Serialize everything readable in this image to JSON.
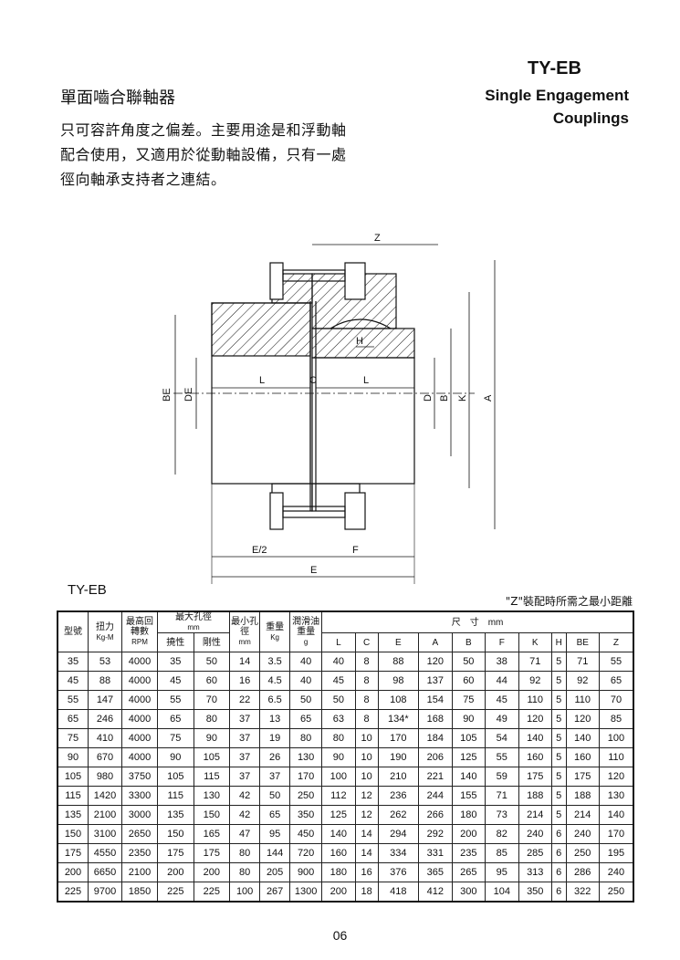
{
  "header": {
    "code": "TY-EB",
    "en_title_line1": "Single Engagement",
    "en_title_line2": "Couplings",
    "zh_title": "單面嚙合聯軸器",
    "desc_lines": [
      "只可容許角度之偏差。主要用途是和浮動軸",
      "配合使用，又適用於從動軸設備，只有一處",
      "徑向軸承支持者之連結。"
    ]
  },
  "drawing": {
    "labels": {
      "Z": "Z",
      "L1": "L",
      "C": "C",
      "L2": "L",
      "H": "H",
      "BE": "BE",
      "DE": "DE",
      "D": "D",
      "B": "B",
      "K": "K",
      "A": "A",
      "E2": "E/2",
      "F": "F",
      "E": "E"
    }
  },
  "table_label": "TY-EB",
  "note": "\"Z\"裝配時所需之最小距離",
  "table": {
    "headers": {
      "model": "型號",
      "torque": "扭力",
      "torque_unit": "Kg-M",
      "max_rpm": "最高回轉數",
      "rpm_unit": "RPM",
      "max_bore": "最大孔徑",
      "max_bore_unit": "mm",
      "flex": "撓性",
      "rigid": "剛性",
      "min_bore": "最小孔徑",
      "min_bore_unit": "mm",
      "weight": "重量",
      "weight_unit": "Kg",
      "grease": "潤滑油重量",
      "grease_unit": "g",
      "dims": "尺　寸",
      "dims_unit": "mm",
      "cols": [
        "L",
        "C",
        "E",
        "A",
        "B",
        "F",
        "K",
        "H",
        "BE",
        "Z"
      ]
    },
    "rows": [
      [
        "35",
        "53",
        "4000",
        "35",
        "50",
        "14",
        "3.5",
        "40",
        "40",
        "8",
        "88",
        "120",
        "50",
        "38",
        "71",
        "5",
        "71",
        "55"
      ],
      [
        "45",
        "88",
        "4000",
        "45",
        "60",
        "16",
        "4.5",
        "40",
        "45",
        "8",
        "98",
        "137",
        "60",
        "44",
        "92",
        "5",
        "92",
        "65"
      ],
      [
        "55",
        "147",
        "4000",
        "55",
        "70",
        "22",
        "6.5",
        "50",
        "50",
        "8",
        "108",
        "154",
        "75",
        "45",
        "110",
        "5",
        "110",
        "70"
      ],
      [
        "65",
        "246",
        "4000",
        "65",
        "80",
        "37",
        "13",
        "65",
        "63",
        "8",
        "134*",
        "168",
        "90",
        "49",
        "120",
        "5",
        "120",
        "85"
      ],
      [
        "75",
        "410",
        "4000",
        "75",
        "90",
        "37",
        "19",
        "80",
        "80",
        "10",
        "170",
        "184",
        "105",
        "54",
        "140",
        "5",
        "140",
        "100"
      ],
      [
        "90",
        "670",
        "4000",
        "90",
        "105",
        "37",
        "26",
        "130",
        "90",
        "10",
        "190",
        "206",
        "125",
        "55",
        "160",
        "5",
        "160",
        "110"
      ],
      [
        "105",
        "980",
        "3750",
        "105",
        "115",
        "37",
        "37",
        "170",
        "100",
        "10",
        "210",
        "221",
        "140",
        "59",
        "175",
        "5",
        "175",
        "120"
      ],
      [
        "115",
        "1420",
        "3300",
        "115",
        "130",
        "42",
        "50",
        "250",
        "112",
        "12",
        "236",
        "244",
        "155",
        "71",
        "188",
        "5",
        "188",
        "130"
      ],
      [
        "135",
        "2100",
        "3000",
        "135",
        "150",
        "42",
        "65",
        "350",
        "125",
        "12",
        "262",
        "266",
        "180",
        "73",
        "214",
        "5",
        "214",
        "140"
      ],
      [
        "150",
        "3100",
        "2650",
        "150",
        "165",
        "47",
        "95",
        "450",
        "140",
        "14",
        "294",
        "292",
        "200",
        "82",
        "240",
        "6",
        "240",
        "170"
      ],
      [
        "175",
        "4550",
        "2350",
        "175",
        "175",
        "80",
        "144",
        "720",
        "160",
        "14",
        "334",
        "331",
        "235",
        "85",
        "285",
        "6",
        "250",
        "195"
      ],
      [
        "200",
        "6650",
        "2100",
        "200",
        "200",
        "80",
        "205",
        "900",
        "180",
        "16",
        "376",
        "365",
        "265",
        "95",
        "313",
        "6",
        "286",
        "240"
      ],
      [
        "225",
        "9700",
        "1850",
        "225",
        "225",
        "100",
        "267",
        "1300",
        "200",
        "18",
        "418",
        "412",
        "300",
        "104",
        "350",
        "6",
        "322",
        "250"
      ]
    ]
  },
  "page_number": "06"
}
